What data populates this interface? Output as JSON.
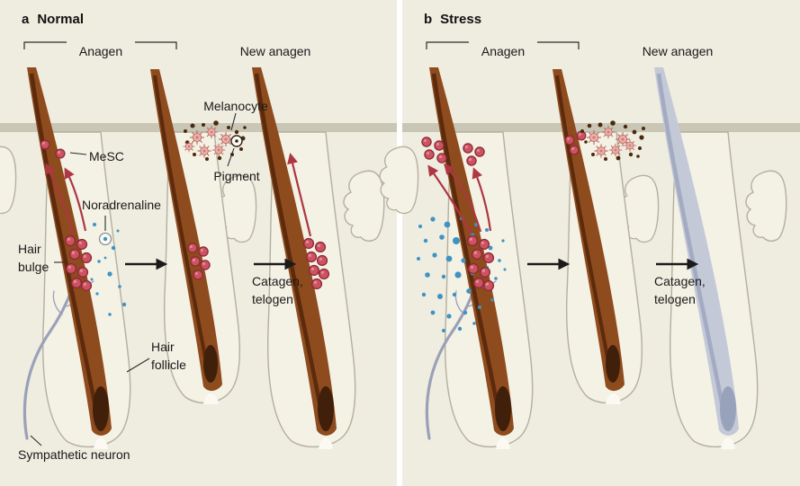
{
  "colors": {
    "background": "#efece0",
    "skin_band": "#c9c6b6",
    "follicle_fill": "#f4f1e5",
    "follicle_outline": "#b4b09f",
    "hair_brown": "#8e4b1d",
    "hair_gray": "#c4c9d8",
    "mesc_cell": "#cd5361",
    "melanocyte": "#efb0ac",
    "pigment": "#4a2a0d",
    "noradrenaline_dot": "#3e93c4",
    "neuron": "#9aa0b8",
    "arrow_red": "#ad3742",
    "arrow_black": "#1a1a1a"
  },
  "panel_a": {
    "letter": "a",
    "title": "Normal",
    "bracket_label": "Anagen",
    "new_anagen_label": "New anagen",
    "melanocyte_label": "Melanocyte",
    "mesc_label": "MeSC",
    "pigment_label": "Pigment",
    "noradrenaline_label": "Noradrenaline",
    "hair_bulge_label": "Hair bulge",
    "catagen_telogen_label": "Catagen, telogen",
    "hair_follicle_label": "Hair follicle",
    "sympathetic_neuron_label": "Sympathetic neuron"
  },
  "panel_b": {
    "letter": "b",
    "title": "Stress",
    "bracket_label": "Anagen",
    "new_anagen_label": "New anagen",
    "catagen_telogen_label": "Catagen, telogen"
  }
}
